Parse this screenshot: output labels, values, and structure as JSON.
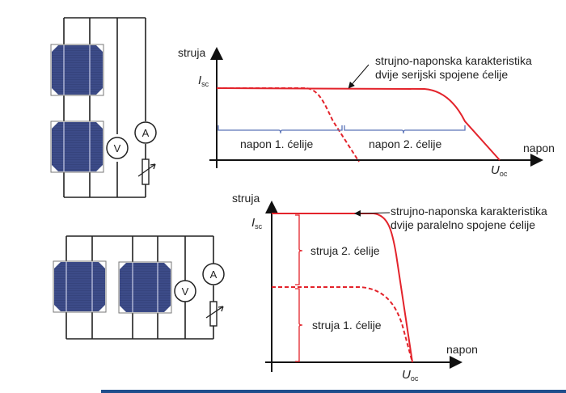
{
  "diagram": {
    "series_circuit": {
      "meters": {
        "voltmeter": "V",
        "ammeter": "A"
      },
      "cells": 2,
      "connection": "series"
    },
    "parallel_circuit": {
      "meters": {
        "voltmeter": "V",
        "ammeter": "A"
      },
      "cells": 2,
      "connection": "parallel"
    },
    "top_chart": {
      "y_label": "struja",
      "x_label": "napon",
      "isc_main": "I",
      "isc_sub": "sc",
      "uoc_main": "U",
      "uoc_sub": "oc",
      "annotation_line1": "strujno-naponska karakteristika",
      "annotation_line2": "dvije serijski spojene ćelije",
      "brace1_label": "napon 1. ćelije",
      "brace2_label": "napon 2. ćelije"
    },
    "bottom_chart": {
      "y_label": "struja",
      "x_label": "napon",
      "isc_main": "I",
      "isc_sub": "sc",
      "uoc_main": "U",
      "uoc_sub": "oc",
      "annotation_line1": "strujno-naponska karakteristika",
      "annotation_line2": "dvije paralelno spojene ćelije",
      "brace1_label": "struja 2. ćelije",
      "brace2_label": "struja 1. ćelije"
    },
    "colors": {
      "curve": "#e3232b",
      "cell": "#3b4a86",
      "brace_blue": "#5b74b8",
      "bottom_bar": "#1f4e8c"
    }
  }
}
